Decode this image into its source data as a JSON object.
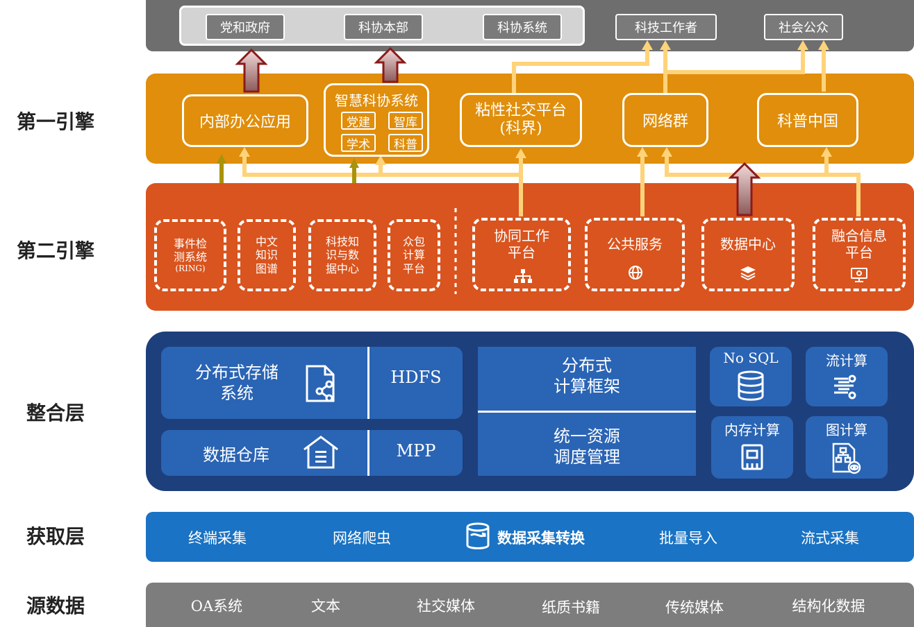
{
  "layers": {
    "first_engine": "第一引擎",
    "second_engine": "第二引擎",
    "integration": "整合层",
    "acquisition": "获取层",
    "source": "源数据"
  },
  "top": {
    "group": [
      "党和政府",
      "科协本部",
      "科协系统"
    ],
    "right": [
      "科技工作者",
      "社会公众"
    ]
  },
  "first": {
    "office": "内部办公应用",
    "smart_title": "智慧科协系统",
    "smart_items": [
      "党建",
      "智库",
      "学术",
      "科普"
    ],
    "social_line1": "粘性社交平台",
    "social_line2": "(科界)",
    "network": "网络群",
    "popsci": "科普中国"
  },
  "second": {
    "left": [
      [
        "事件检",
        "测系统",
        "(RING)"
      ],
      [
        "中文",
        "知识",
        "图谱"
      ],
      [
        "科技知",
        "识与数",
        "据中心"
      ],
      [
        "众包",
        "计算",
        "平台"
      ]
    ],
    "right": [
      {
        "lines": [
          "协同工作",
          "平台"
        ],
        "icon": "org-chart-icon"
      },
      {
        "lines": [
          "公共服务"
        ],
        "icon": "globe-icon"
      },
      {
        "lines": [
          "数据中心"
        ],
        "icon": "layers-icon"
      },
      {
        "lines": [
          "融合信息",
          "平台"
        ],
        "icon": "monitor-icon"
      }
    ]
  },
  "integration": {
    "dist_storage_1": "分布式存储",
    "dist_storage_2": "系统",
    "hdfs": "HDFS",
    "warehouse": "数据仓库",
    "mpp": "MPP",
    "dist_compute_1": "分布式",
    "dist_compute_2": "计算框架",
    "resource_1": "统一资源",
    "resource_2": "调度管理",
    "nosql": "No SQL",
    "stream": "流计算",
    "memory": "内存计算",
    "graph": "图计算"
  },
  "acquisition": {
    "items": [
      "终端采集",
      "网络爬虫",
      "数据采集转换",
      "批量导入",
      "流式采集"
    ]
  },
  "source": {
    "items": [
      "OA系统",
      "文本",
      "社交媒体",
      "纸质书籍",
      "传统媒体",
      "结构化数据"
    ]
  },
  "colors": {
    "top_band": "#6e6e6e",
    "first_band": "#e08e0b",
    "second_band": "#d9541e",
    "integration_band": "#1d3f7c",
    "acquisition_band": "#1a73c4",
    "source_band": "#7d7d7d",
    "connector": "#ffd37a",
    "dark_arrow": "#8b1a1a"
  }
}
